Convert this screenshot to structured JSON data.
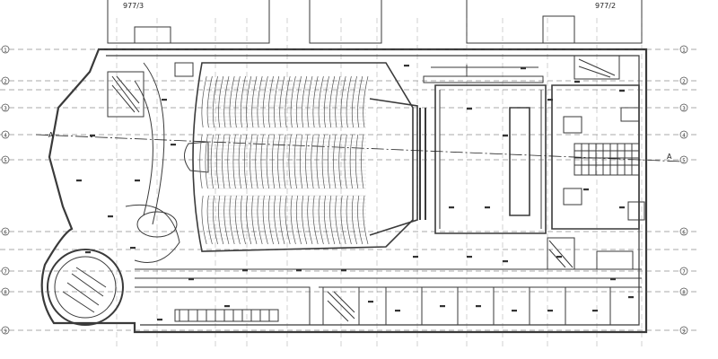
{
  "plan": {
    "building_numbers": [
      "977/3",
      "977/2"
    ],
    "section_marker": "A",
    "grid_numbers": [
      "1",
      "2",
      "3",
      "4",
      "5",
      "6",
      "7",
      "8",
      "9"
    ],
    "colors": {
      "line": "#3a3a3a",
      "seat": "#555555",
      "background": "#ffffff"
    }
  }
}
